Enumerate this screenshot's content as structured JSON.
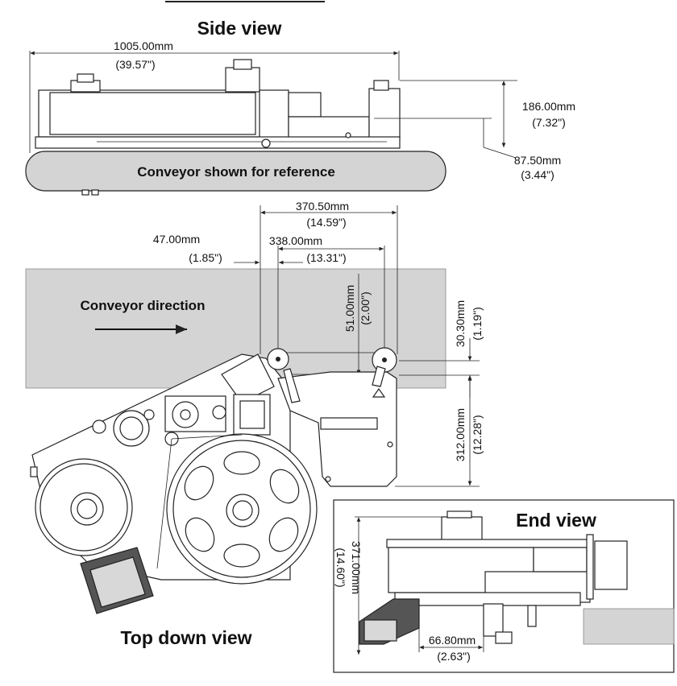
{
  "views": {
    "side": {
      "title": "Side view"
    },
    "top": {
      "title": "Top down view"
    },
    "end": {
      "title": "End view"
    }
  },
  "labels": {
    "conveyor_reference": "Conveyor shown for reference",
    "conveyor_direction": "Conveyor direction"
  },
  "dimensions": {
    "side_length": {
      "mm": "1005.00mm",
      "in": "(39.57\")"
    },
    "side_height": {
      "mm": "186.00mm",
      "in": "(7.32\")"
    },
    "side_offset": {
      "mm": "87.50mm",
      "in": "(3.44\")"
    },
    "top_width": {
      "mm": "370.50mm",
      "in": "(14.59\")"
    },
    "top_inner": {
      "mm": "338.00mm",
      "in": "(13.31\")"
    },
    "top_left_offset": {
      "mm": "47.00mm",
      "in": "(1.85\")"
    },
    "top_roller_gap": {
      "mm": "51.00mm",
      "in": "(2.00\")"
    },
    "top_right_offset": {
      "mm": "30.30mm",
      "in": "(1.19\")"
    },
    "top_depth": {
      "mm": "312.00mm",
      "in": "(12.28\")"
    },
    "end_height": {
      "mm": "371.00mm",
      "in": "(14.60\")"
    },
    "end_offset": {
      "mm": "66.80mm",
      "in": "(2.63\")"
    }
  },
  "colors": {
    "conveyor_fill": "#d4d4d4",
    "line": "#222222"
  }
}
